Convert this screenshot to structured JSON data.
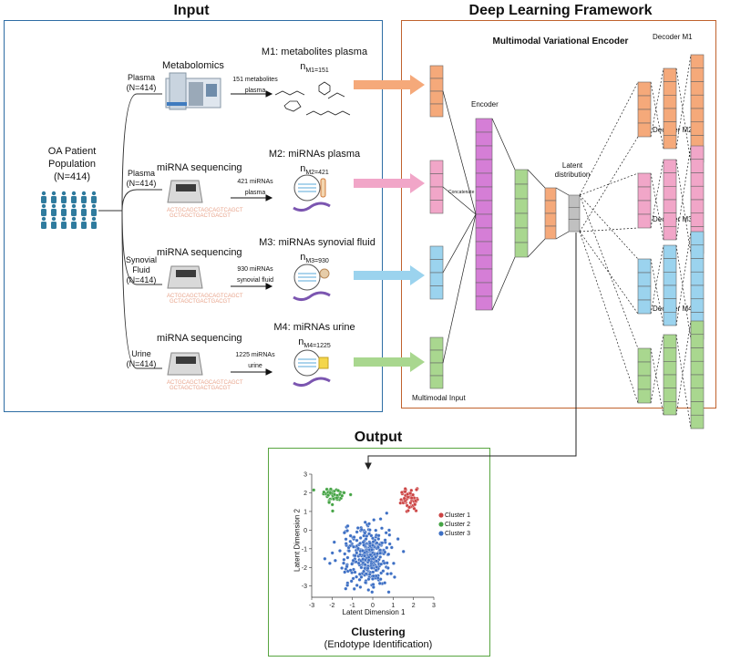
{
  "input": {
    "title": "Input",
    "population": {
      "label": "OA Patient Population",
      "n": "(N=414)"
    },
    "branches": [
      {
        "source": "Plasma",
        "n": "(N=414)",
        "method": "Metabolomics",
        "count_label": "151 metabolites",
        "tissue": "plasma",
        "modality_title": "M1: metabolites plasma",
        "n_base": "n",
        "n_sub": "M1=151"
      },
      {
        "source": "Plasma",
        "n": "(N=414)",
        "method": "miRNA sequencing",
        "count_label": "421 miRNAs",
        "tissue": "plasma",
        "modality_title": "M2: miRNAs plasma",
        "n_base": "n",
        "n_sub": "M2=421"
      },
      {
        "source": "Synovial Fluid",
        "source_line1": "Synovial",
        "source_line2": "Fluid",
        "n": "(N=414)",
        "method": "miRNA sequencing",
        "count_label": "930 miRNAs",
        "tissue": "synovial fluid",
        "modality_title": "M3: miRNAs synovial fluid",
        "n_base": "n",
        "n_sub": "M3=930"
      },
      {
        "source": "Urine",
        "n": "(N=414)",
        "method": "miRNA sequencing",
        "count_label": "1225 miRNAs",
        "tissue": "urine",
        "modality_title": "M4: miRNAs urine",
        "n_base": "n",
        "n_sub": "M4=1225"
      }
    ]
  },
  "framework": {
    "title": "Deep Learning Framework",
    "subtitle": "Multimodal Variational Encoder",
    "encoder_label": "Encoder",
    "concatenate_label": "Concatenate",
    "latent_label_line1": "Latent",
    "latent_label_line2": "distribution",
    "multimodal_input_label": "Multimodal Input",
    "decoders": [
      "Decoder M1",
      "Decoder M2",
      "Decoder M3",
      "Decoder M4"
    ]
  },
  "output": {
    "title": "Output",
    "caption": "Clustering",
    "subcaption": "(Endotype Identification)"
  },
  "chart_data": {
    "type": "scatter",
    "xlabel": "Latent Dimension 1",
    "ylabel": "Latent Dimension 2",
    "xlim": [
      -3,
      3
    ],
    "ylim": [
      -3.6,
      3
    ],
    "xticks": [
      "-3",
      "-2",
      "-1",
      "0",
      "1",
      "2",
      "3"
    ],
    "yticks": [
      "3",
      "2",
      "1",
      "0",
      "-1",
      "-2",
      "-3"
    ],
    "legend_position": "right",
    "series": [
      {
        "name": "Cluster 1",
        "color": "#cc4444",
        "center": [
          1.8,
          1.6
        ],
        "spread": [
          0.3,
          0.35
        ],
        "count": 60
      },
      {
        "name": "Cluster 2",
        "color": "#44a344",
        "center": [
          -1.9,
          1.9
        ],
        "spread": [
          0.35,
          0.25
        ],
        "count": 55
      },
      {
        "name": "Cluster 3",
        "color": "#3d6fc4",
        "center": [
          -0.3,
          -1.4
        ],
        "spread": [
          0.9,
          1.0
        ],
        "count": 320
      }
    ]
  },
  "colors": {
    "input_box": "#2e6da4",
    "framework_box": "#c0622d",
    "output_box": "#58a540",
    "m1": "#f5a97a",
    "m2": "#f1a6c8",
    "m3": "#9bd3ee",
    "m4": "#a9d78f",
    "encoder": "#d57ed6",
    "latent": "#c0c0c0",
    "people": "#2f7b9e"
  }
}
